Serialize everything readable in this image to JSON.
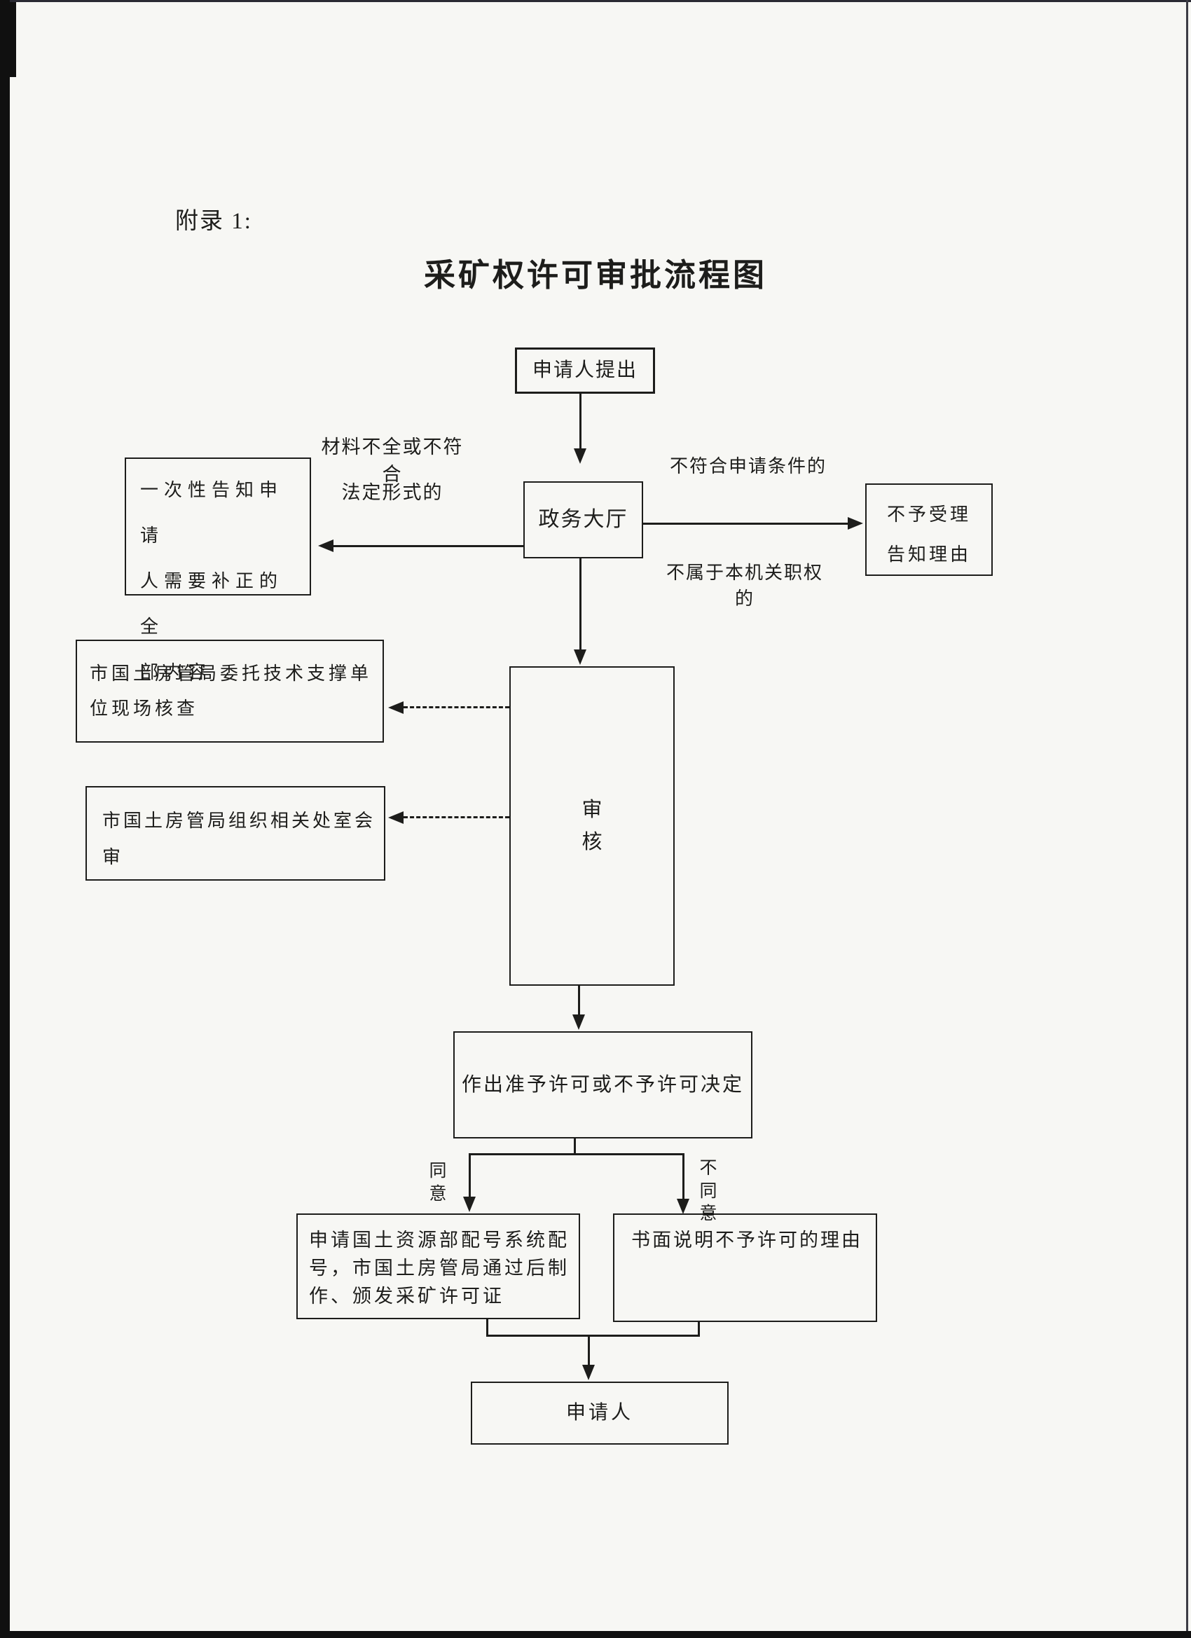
{
  "document": {
    "appendix_label": "附录 1:",
    "title": "采矿权许可审批流程图"
  },
  "flowchart": {
    "nodes": {
      "applicant_submit": {
        "label": "申请人提出"
      },
      "service_hall": {
        "label": "政务大厅"
      },
      "notify_correction": {
        "lines": [
          "一次性告知申请",
          "人需要补正的全",
          "部内容"
        ]
      },
      "not_accepted": {
        "lines": [
          "不予受理",
          "告知理由"
        ]
      },
      "field_verification": {
        "lines": [
          "市国土房管局委托技术支撑单",
          "位现场核查"
        ]
      },
      "joint_review": {
        "lines": [
          "市国土房管局组织相关处室会",
          "审"
        ]
      },
      "review": {
        "lines": [
          "审",
          "核"
        ]
      },
      "decision": {
        "label": "作出准予许可或不予许可决定"
      },
      "issue_license": {
        "lines": [
          "申请国土资源部配号系统配",
          "号，市国土房管局通过后制",
          "作、颁发采矿许可证"
        ]
      },
      "written_explanation": {
        "label": "书面说明不予许可的理由"
      },
      "applicant_result": {
        "label": "申请人"
      }
    },
    "edge_labels": {
      "incomplete_materials": {
        "lines": [
          "材料不全或不符合",
          "法定形式的"
        ]
      },
      "not_meeting_conditions": "不符合申请条件的",
      "not_within_authority": "不属于本机关职权的",
      "agree": "同意",
      "disagree": "不同意"
    }
  },
  "colors": {
    "paper": "#f7f7f4",
    "ink": "#1d1d1b",
    "scan_edge": "#101010"
  }
}
